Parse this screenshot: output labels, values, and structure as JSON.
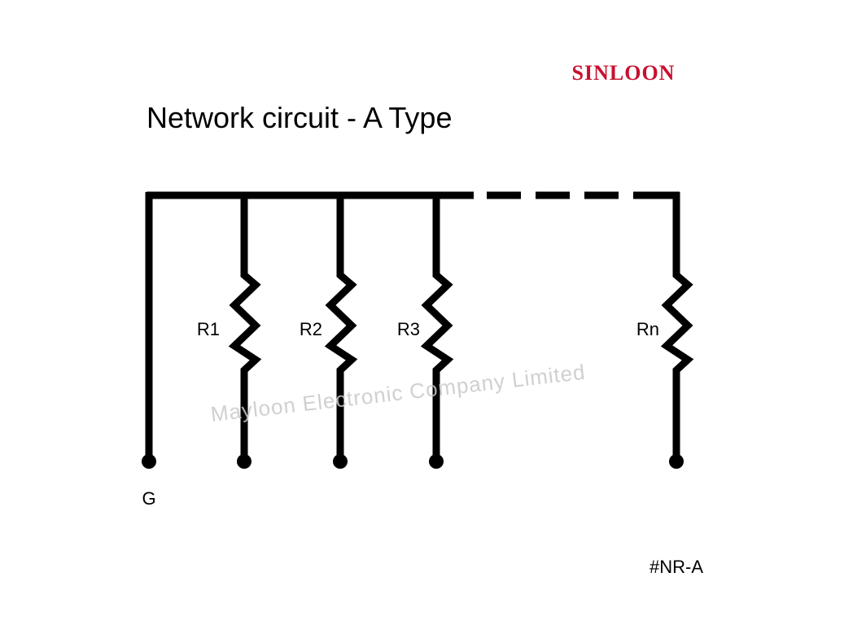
{
  "brand": {
    "name": "SINLOON",
    "color": "#c8102e"
  },
  "title": "Network circuit - A Type",
  "watermark": {
    "text": "Mayloon Electronic Company Limited",
    "color": "#c8c8c8"
  },
  "ground_label": "G",
  "resistors": [
    {
      "label": "R1"
    },
    {
      "label": "R2"
    },
    {
      "label": "R3"
    },
    {
      "label": "Rn"
    }
  ],
  "part_code": "#NR-A",
  "colors": {
    "line": "#000000",
    "text": "#000000"
  }
}
